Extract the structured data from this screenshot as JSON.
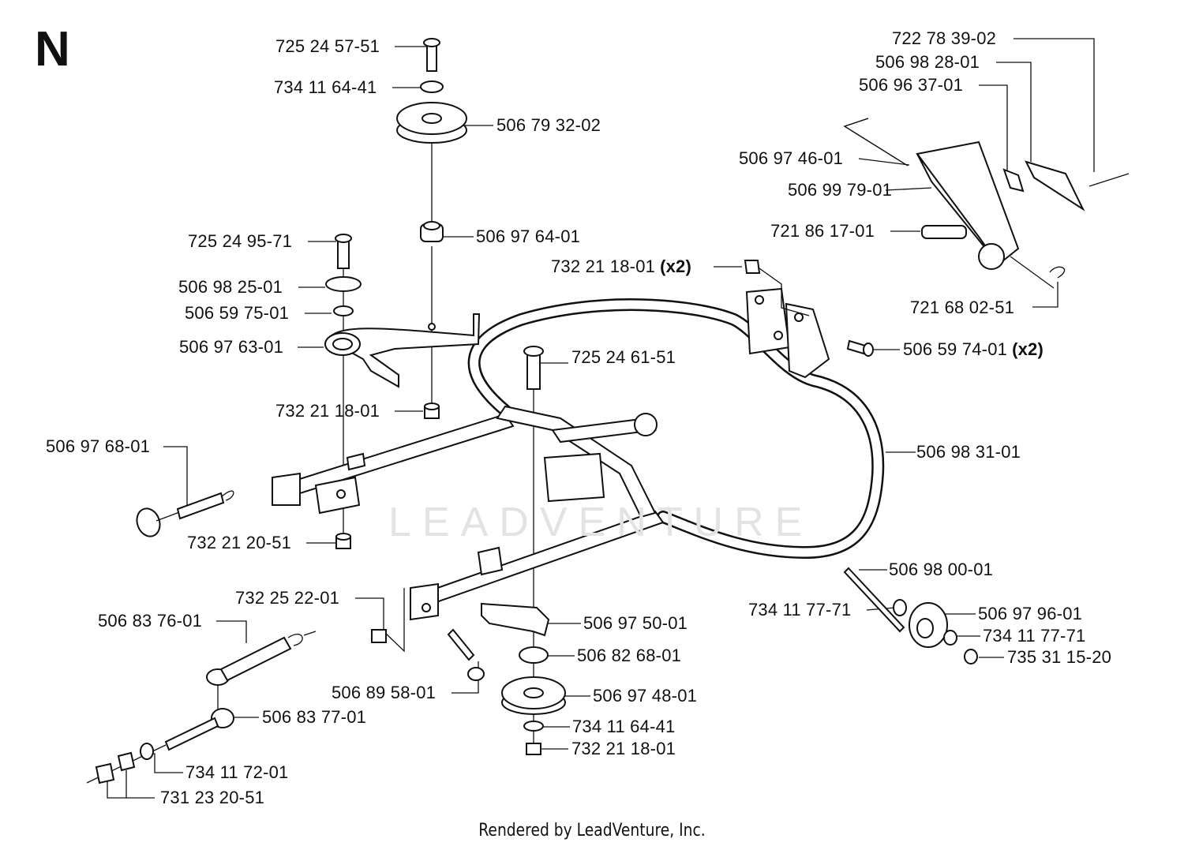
{
  "section_letter": "N",
  "watermark_text": "LEADVENTURE",
  "footer_text": "Rendered by LeadVenture, Inc.",
  "quantity_note": "(x2)",
  "parts": {
    "bolt_top": "725 24 57-51",
    "washer_top": "734 11 64-41",
    "pulley_top": "506 79 32-02",
    "spacer_top": "506 97 64-01",
    "bolt_left": "725 24 95-71",
    "washer_large_left": "506 98 25-01",
    "washer_small_left": "506 59 75-01",
    "idler_bracket": "506 97 63-01",
    "nut_bracket": "732 21 18-01",
    "spring_left": "506 97 68-01",
    "nut_lower_left": "732 21 20-51",
    "nut_frame_left": "732 25 22-01",
    "spring_bottom": "506 83 76-01",
    "screw_frame": "506 89 58-01",
    "eye_bolt": "506 83 77-01",
    "washer_eye": "734 11 72-01",
    "nuts_eye": "731 23 20-51",
    "bolt_center": "725 24 61-51",
    "nut_frame_top": "732 21 18-01",
    "bolt_frame_top": "506 59 74-01",
    "rod_pin_top": "722 78 39-02",
    "clip_plate": "506 98 28-01",
    "clip_small": "506 96 37-01",
    "rod_bent": "506 97 46-01",
    "lever_box": "506 99 79-01",
    "pin_lever": "721 86 17-01",
    "hairpin": "721 68 02-51",
    "frame_loop": "506 98 31-01",
    "axle_bolt": "506 98 00-01",
    "spacer_wheel_1": "734 11 77-71",
    "wheel": "506 97 96-01",
    "spacer_wheel_2": "734 11 77-71",
    "clip_wheel": "735 31 15-20",
    "bracket_lower": "506 97 50-01",
    "spacer_lower": "506 82 68-01",
    "pulley_lower": "506 97 48-01",
    "washer_lower": "734 11 64-41",
    "nut_lower": "732 21 18-01"
  }
}
